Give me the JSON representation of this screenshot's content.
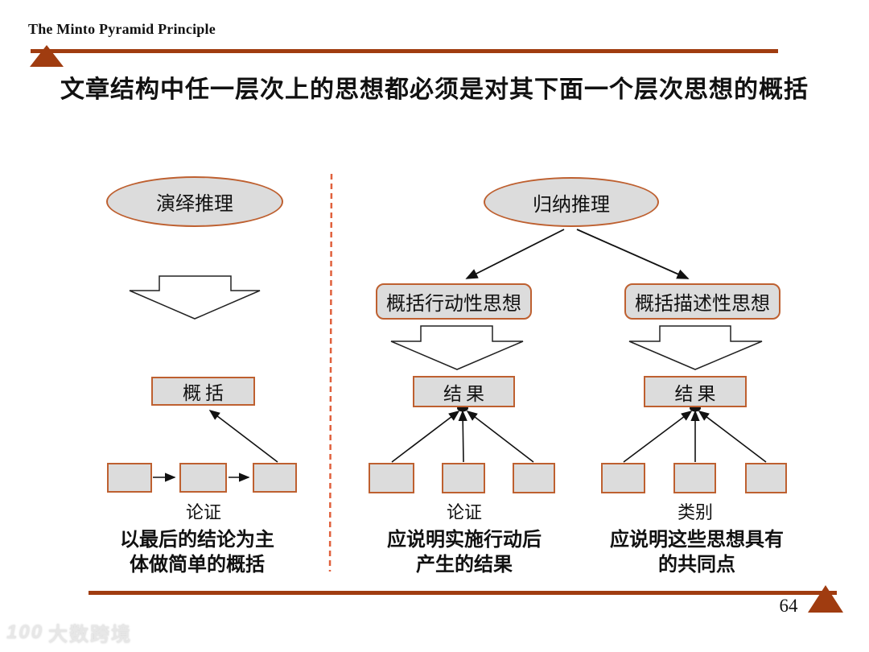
{
  "header": {
    "title": "The Minto Pyramid Principle"
  },
  "page_title": "文章结构中任一层次上的思想都必须是对其下面一个层次思想的概括",
  "colors": {
    "accent_rule": "#A03C10",
    "node_border": "#BE6030",
    "node_fill": "#DCDCDC",
    "divider_dash": "#E0603C",
    "text": "#111111"
  },
  "left_diagram": {
    "root": "演绎推理",
    "summary_box": "概括",
    "label": "论证",
    "caption_line1": "以最后的结论为主",
    "caption_line2": "体做简单的概括"
  },
  "right_diagram": {
    "root": "归纳推理",
    "branches": [
      {
        "node": "概括行动性思想",
        "result_box": "结果",
        "label": "论证",
        "caption_line1": "应说明实施行动后",
        "caption_line2": "产生的结果"
      },
      {
        "node": "概括描述性思想",
        "result_box": "结果",
        "label": "类别",
        "caption_line1": "应说明这些思想具有",
        "caption_line2": "的共同点"
      }
    ]
  },
  "footer": {
    "page_number": "64"
  },
  "watermark": {
    "logo": "100",
    "brand": "大数跨境"
  }
}
